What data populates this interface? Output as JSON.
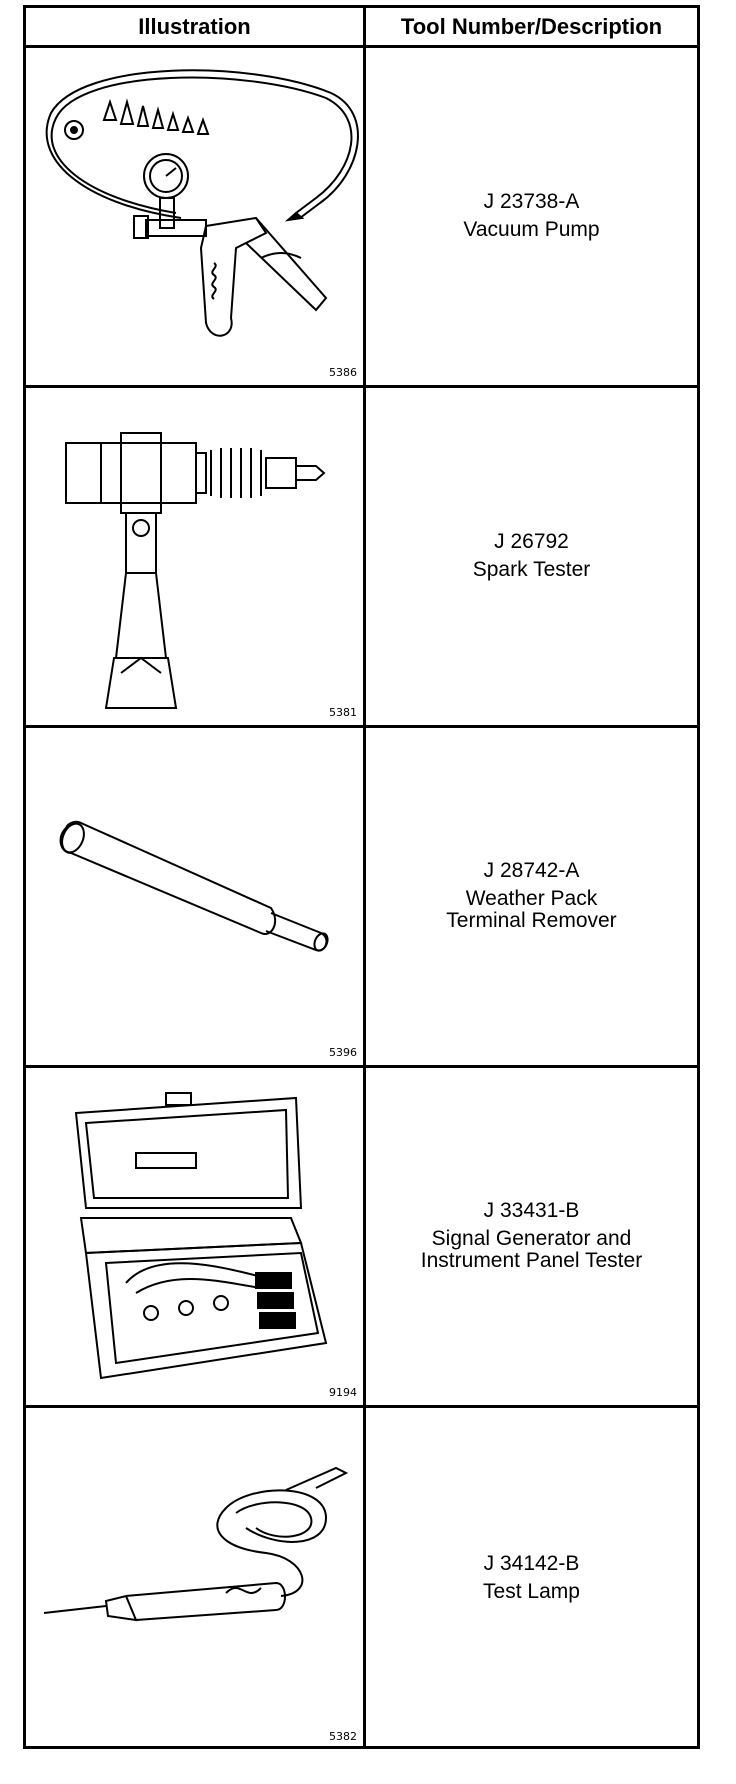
{
  "header": {
    "col_illustration": "Illustration",
    "col_tool": "Tool Number/Description"
  },
  "rows": [
    {
      "fig": "5386",
      "number": "J 23738-A",
      "description": "Vacuum Pump"
    },
    {
      "fig": "5381",
      "number": "J 26792",
      "description": "Spark Tester"
    },
    {
      "fig": "5396",
      "number": "J 28742-A",
      "description": "Weather Pack\nTerminal Remover"
    },
    {
      "fig": "9194",
      "number": "J 33431-B",
      "description": "Signal Generator and\nInstrument Panel Tester"
    },
    {
      "fig": "5382",
      "number": "J 34142-B",
      "description": "Test Lamp"
    }
  ]
}
